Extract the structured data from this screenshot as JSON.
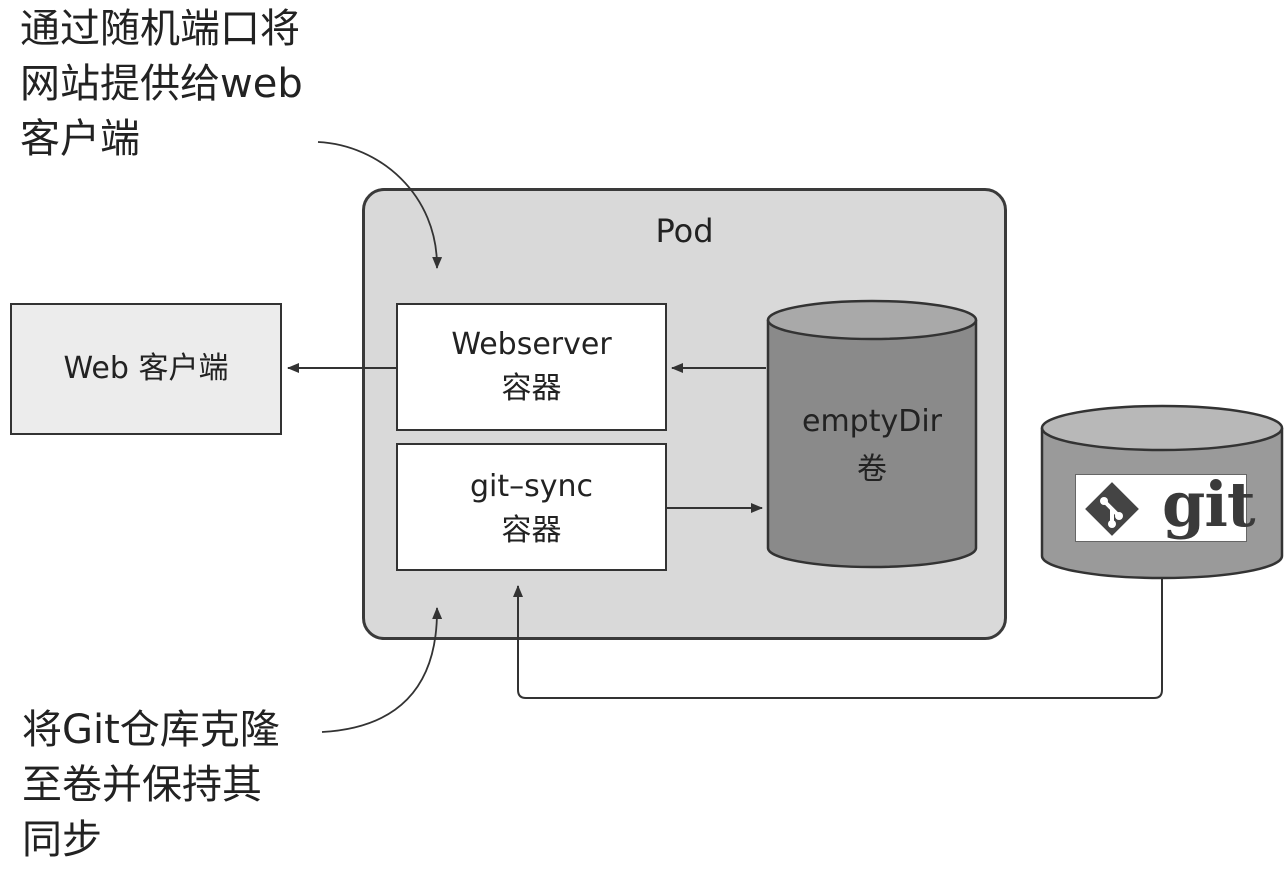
{
  "annotations": {
    "top": [
      "通过随机端口将",
      "网站提供给web",
      "客户端"
    ],
    "bottom": [
      "将Git仓库克隆",
      "至卷并保持其",
      "同步"
    ]
  },
  "pod": {
    "label": "Pod"
  },
  "web_client": {
    "label": "Web 客户端"
  },
  "webserver_container": {
    "line1": "Webserver",
    "line2": "容器"
  },
  "gitsync_container": {
    "line1": "git–sync",
    "line2": "容器"
  },
  "empty_dir_volume": {
    "line1": "emptyDir",
    "line2": "卷"
  },
  "git_repo": {
    "logo_text": "git"
  },
  "colors": {
    "pod_fill": "#d9d9d9",
    "volume_fill": "#8a8a8a",
    "repo_fill": "#9a9a9a",
    "line": "#333333"
  },
  "icons": {
    "git_diamond": "git-diamond-icon"
  }
}
